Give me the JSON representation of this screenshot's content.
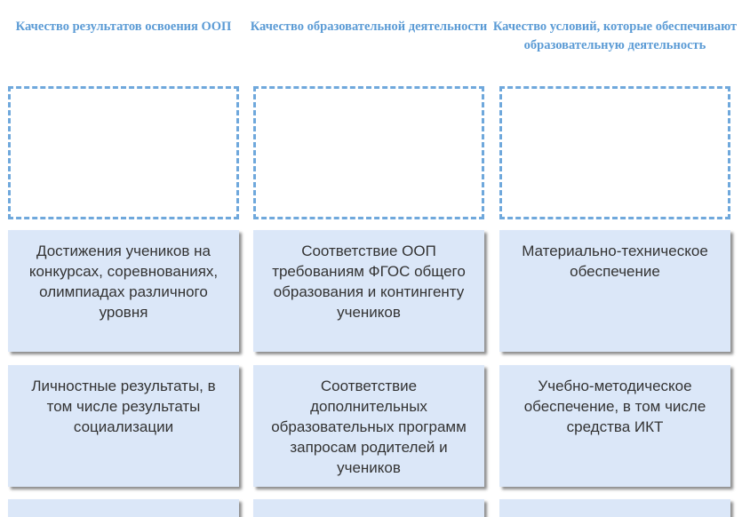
{
  "columns": [
    {
      "header": "Качество результатов освоения ООП",
      "cards": [
        "Достижения учеников на конкурсах, соревнованиях, олимпиадах различного уровня",
        "Личностные результаты, в том числе результаты социализации"
      ]
    },
    {
      "header": "Качество образовательной деятельности",
      "cards": [
        "Соответствие ООП требованиям ФГОС общего образования и контингенту учеников",
        "Соответствие дополнительных образовательных программ запросам родителей и учеников"
      ]
    },
    {
      "header": "Качество условий, которые обеспечивают образовательную деятельность",
      "cards": [
        "Материально-техническое обеспечение",
        "Учебно-методическое обеспечение, в том числе средства ИКТ"
      ]
    }
  ],
  "colors": {
    "header_text": "#5b9bd5",
    "dropzone_border": "#6fa8dc",
    "card_background": "#dbe7f8",
    "card_text": "#333333"
  }
}
